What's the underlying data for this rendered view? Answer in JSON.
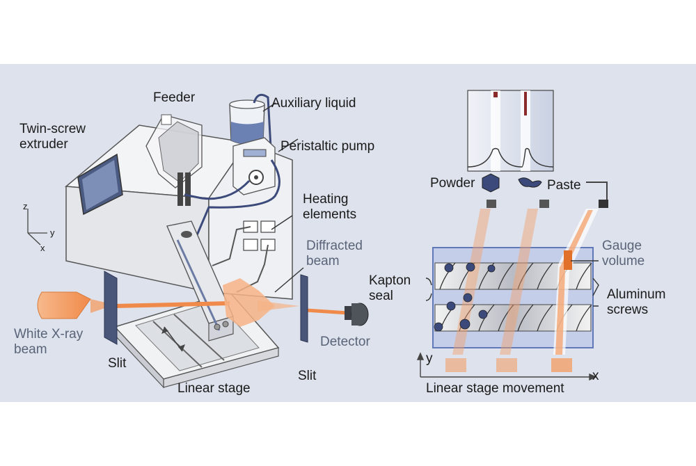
{
  "left": {
    "twin_screw_extruder": "Twin-screw\nextruder",
    "feeder": "Feeder",
    "auxiliary_liquid": "Auxiliary liquid",
    "peristaltic_pump": "Peristaltic pump",
    "heating_elements": "Heating\nelements",
    "diffracted_beam": "Diffracted\nbeam",
    "white_xray_beam": "White X-ray\nbeam",
    "slit_left": "Slit",
    "slit_right": "Slit",
    "detector": "Detector",
    "linear_stage": "Linear stage",
    "axis_z": "z",
    "axis_y": "y",
    "axis_x": "x"
  },
  "right": {
    "powder": "Powder",
    "paste": "Paste",
    "gauge_volume": "Gauge\nvolume",
    "kapton_seal": "Kapton\nseal",
    "aluminum_screws": "Aluminum\nscrews",
    "axis_y": "y",
    "axis_x": "x",
    "linear_stage_movement": "Linear stage movement"
  },
  "colors": {
    "panel": "#dde2ec",
    "beam": "#f4a06a",
    "machine": "#e9eaee",
    "dark_blue": "#3b4a7a",
    "label_blue": "#5a6478"
  }
}
